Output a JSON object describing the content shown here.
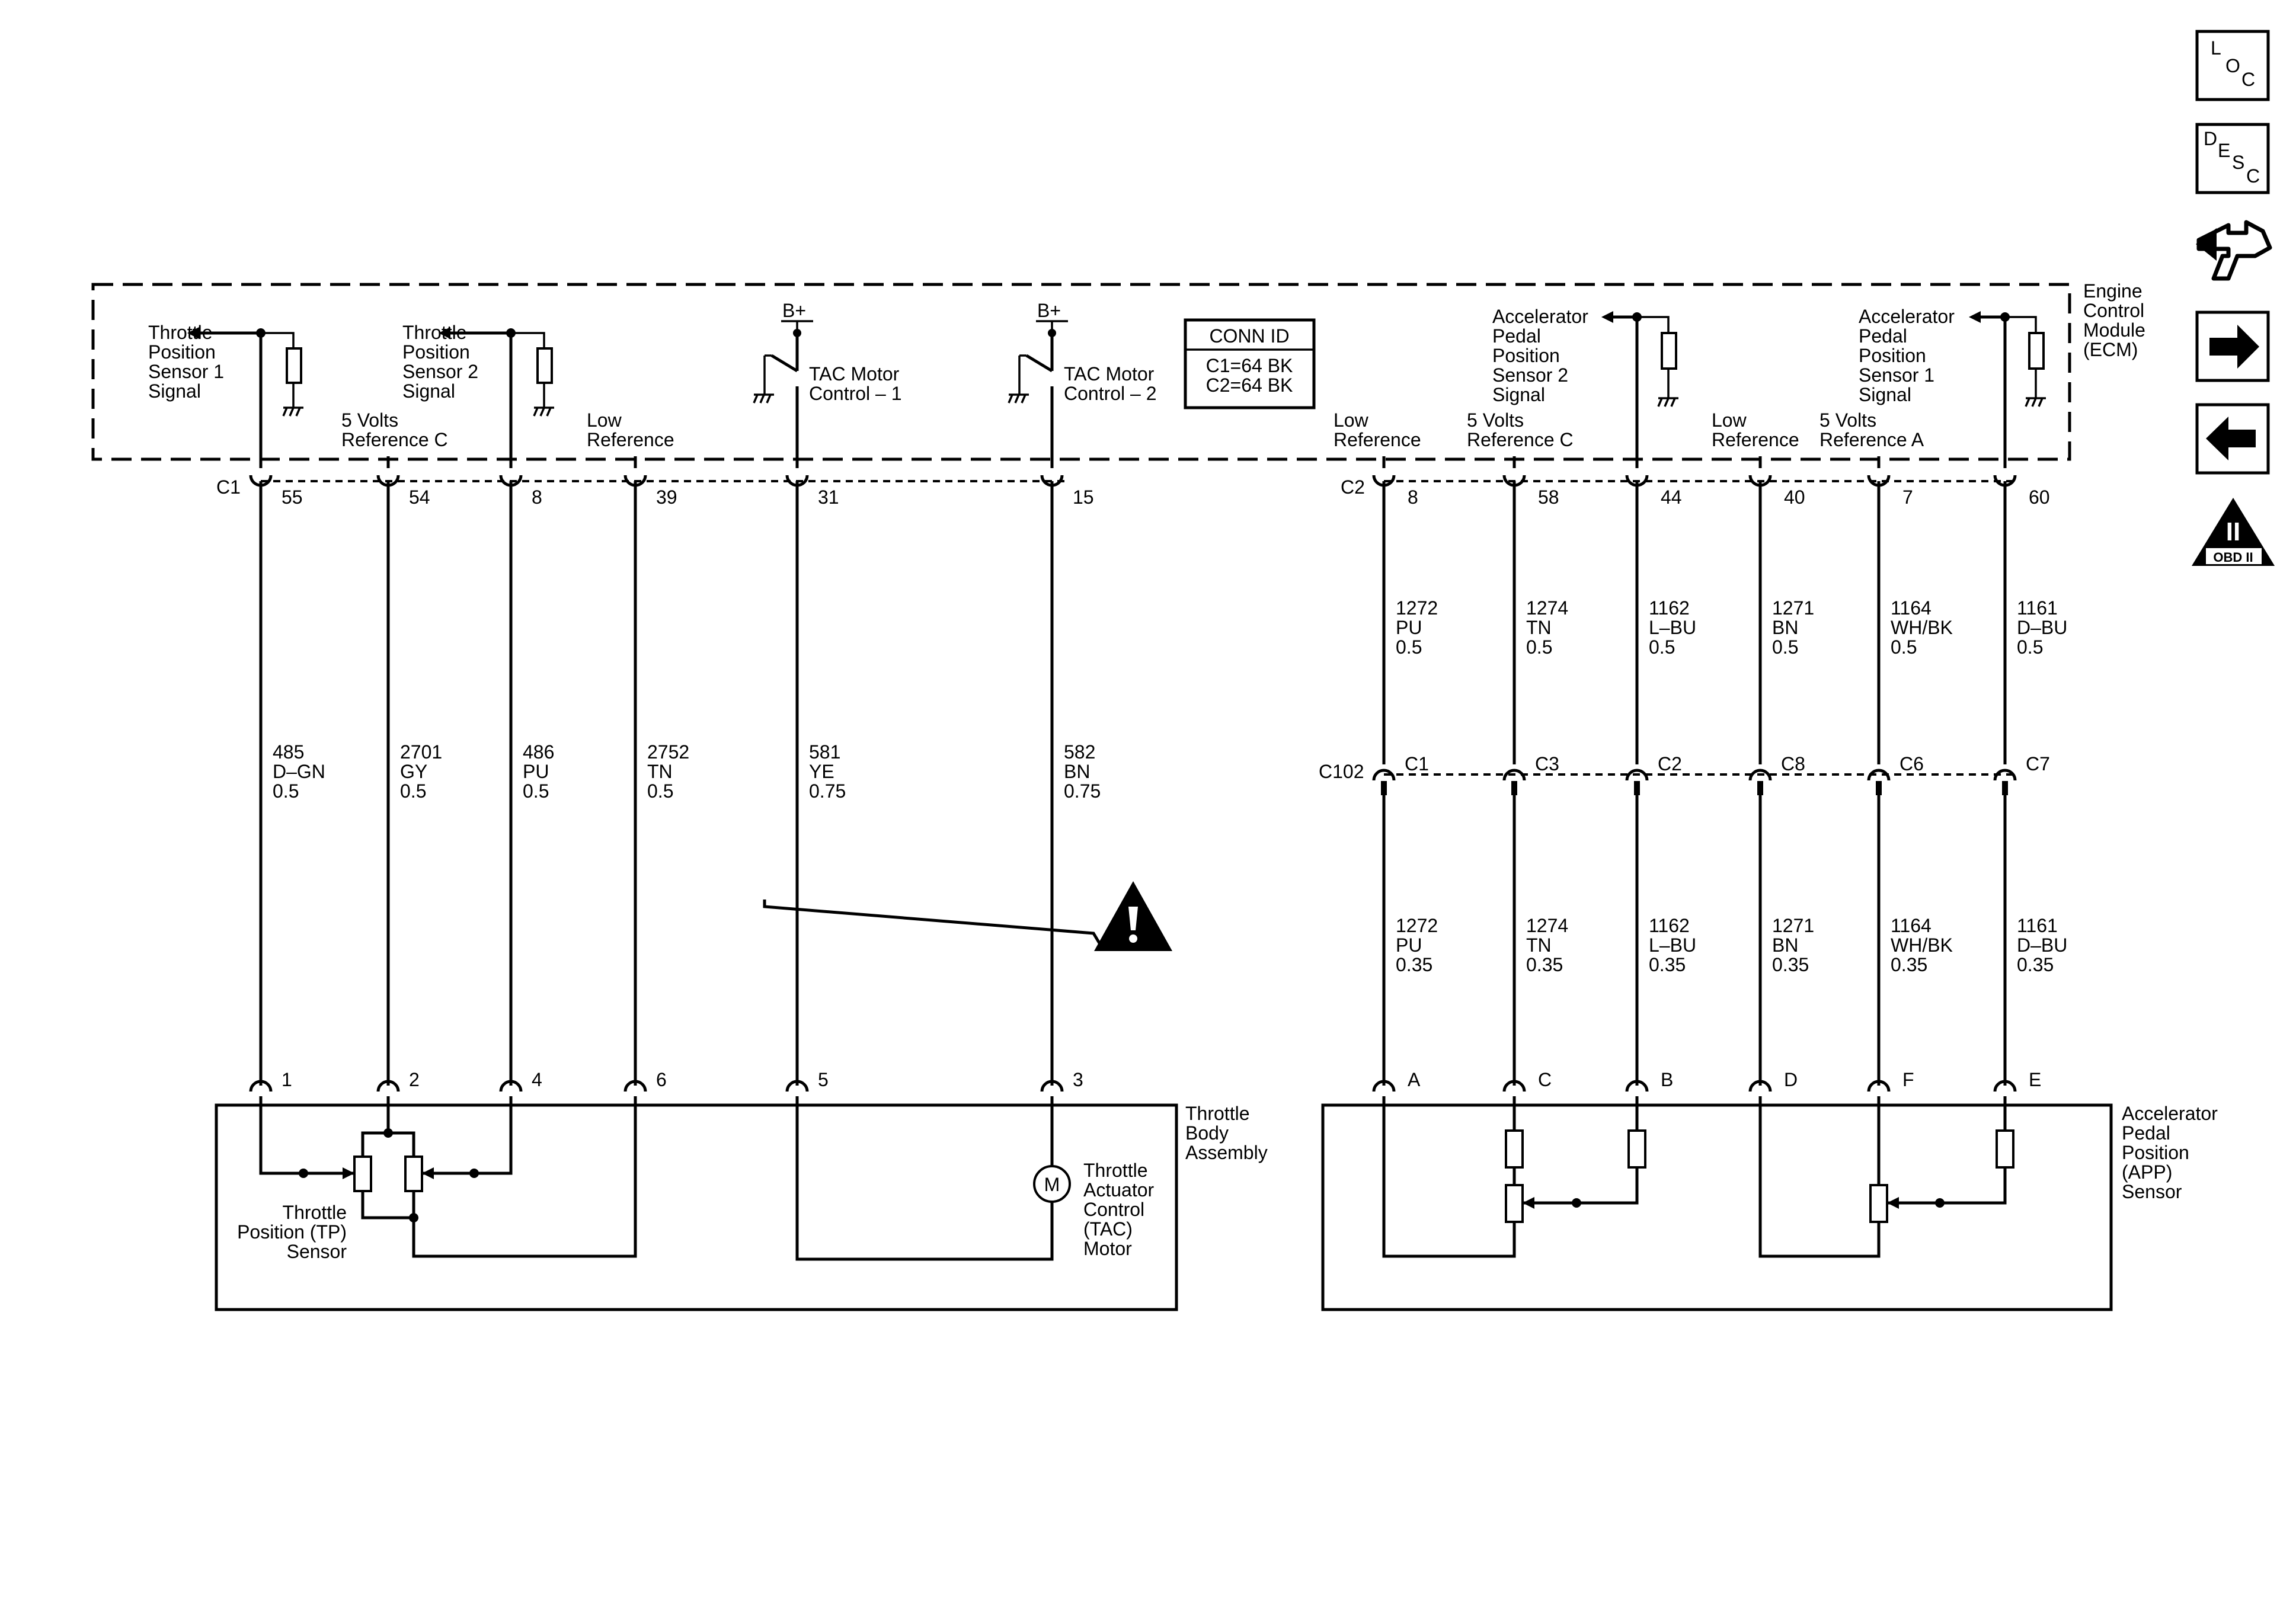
{
  "ecm": {
    "title_lines": [
      "Engine",
      "Control",
      "Module",
      "(ECM)"
    ],
    "conn_id": {
      "title": "CONN ID",
      "lines": [
        "C1=64 BK",
        "C2=64 BK"
      ]
    },
    "labels": {
      "tp1_signal": [
        "Throttle",
        "Position",
        "Sensor 1",
        "Signal"
      ],
      "tp_ref": [
        "5 Volts",
        "Reference C"
      ],
      "tp2_signal": [
        "Throttle",
        "Position",
        "Sensor 2",
        "Signal"
      ],
      "tp_low": [
        "Low",
        "Reference"
      ],
      "tac1": [
        "TAC Motor",
        "Control – 1"
      ],
      "tac2": [
        "TAC Motor",
        "Control – 2"
      ],
      "bplus": "B+",
      "app_low1": [
        "Low",
        "Reference"
      ],
      "app_ref_c": [
        "5 Volts",
        "Reference C"
      ],
      "app2_signal": [
        "Accelerator",
        "Pedal",
        "Position",
        "Sensor 2",
        "Signal"
      ],
      "app_low2": [
        "Low",
        "Reference"
      ],
      "app_ref_a": [
        "5 Volts",
        "Reference A"
      ],
      "app1_signal": [
        "Accelerator",
        "Pedal",
        "Position",
        "Sensor 1",
        "Signal"
      ]
    }
  },
  "connectors": {
    "c1": "C1",
    "c2": "C2",
    "c102": "C102"
  },
  "throttle_wires": [
    {
      "ecm_pin": "55",
      "circuit": "485",
      "color": "D–GN",
      "gauge": "0.5",
      "device_pin": "1"
    },
    {
      "ecm_pin": "54",
      "circuit": "2701",
      "color": "GY",
      "gauge": "0.5",
      "device_pin": "2"
    },
    {
      "ecm_pin": "8",
      "circuit": "486",
      "color": "PU",
      "gauge": "0.5",
      "device_pin": "4"
    },
    {
      "ecm_pin": "39",
      "circuit": "2752",
      "color": "TN",
      "gauge": "0.5",
      "device_pin": "6"
    },
    {
      "ecm_pin": "31",
      "circuit": "581",
      "color": "YE",
      "gauge": "0.75",
      "device_pin": "5"
    },
    {
      "ecm_pin": "15",
      "circuit": "582",
      "color": "BN",
      "gauge": "0.75",
      "device_pin": "3"
    }
  ],
  "app_wires": [
    {
      "ecm_pin": "8",
      "circuit": "1272",
      "color": "PU",
      "gauge_upper": "0.5",
      "inline_pin": "C1",
      "gauge_lower": "0.35",
      "device_pin": "A"
    },
    {
      "ecm_pin": "58",
      "circuit": "1274",
      "color": "TN",
      "gauge_upper": "0.5",
      "inline_pin": "C3",
      "gauge_lower": "0.35",
      "device_pin": "C"
    },
    {
      "ecm_pin": "44",
      "circuit": "1162",
      "color": "L–BU",
      "gauge_upper": "0.5",
      "inline_pin": "C2",
      "gauge_lower": "0.35",
      "device_pin": "B"
    },
    {
      "ecm_pin": "40",
      "circuit": "1271",
      "color": "BN",
      "gauge_upper": "0.5",
      "inline_pin": "C8",
      "gauge_lower": "0.35",
      "device_pin": "D"
    },
    {
      "ecm_pin": "7",
      "circuit": "1164",
      "color": "WH/BK",
      "gauge_upper": "0.5",
      "inline_pin": "C6",
      "gauge_lower": "0.35",
      "device_pin": "F"
    },
    {
      "ecm_pin": "60",
      "circuit": "1161",
      "color": "D–BU",
      "gauge_upper": "0.5",
      "inline_pin": "C7",
      "gauge_lower": "0.35",
      "device_pin": "E"
    }
  ],
  "devices": {
    "throttle_body": [
      "Throttle",
      "Body",
      "Assembly"
    ],
    "tp_sensor": [
      "Throttle",
      "Position (TP)",
      "Sensor"
    ],
    "tac_motor": [
      "Throttle",
      "Actuator",
      "Control",
      "(TAC)",
      "Motor"
    ],
    "motor_symbol": "M",
    "app_sensor": [
      "Accelerator",
      "Pedal",
      "Position",
      "(APP)",
      "Sensor"
    ]
  },
  "side_nav": {
    "loc": [
      "L",
      "O",
      "C"
    ],
    "desc": [
      "D",
      "E",
      "S",
      "C"
    ],
    "obd": {
      "big": "II",
      "small": "OBD II"
    },
    "icons": [
      "loc-icon",
      "desc-icon",
      "connector-tool-icon",
      "next-arrow-icon",
      "previous-arrow-icon",
      "obd-ii-icon"
    ]
  },
  "colors": {
    "line": "#000000",
    "background": "#ffffff"
  }
}
